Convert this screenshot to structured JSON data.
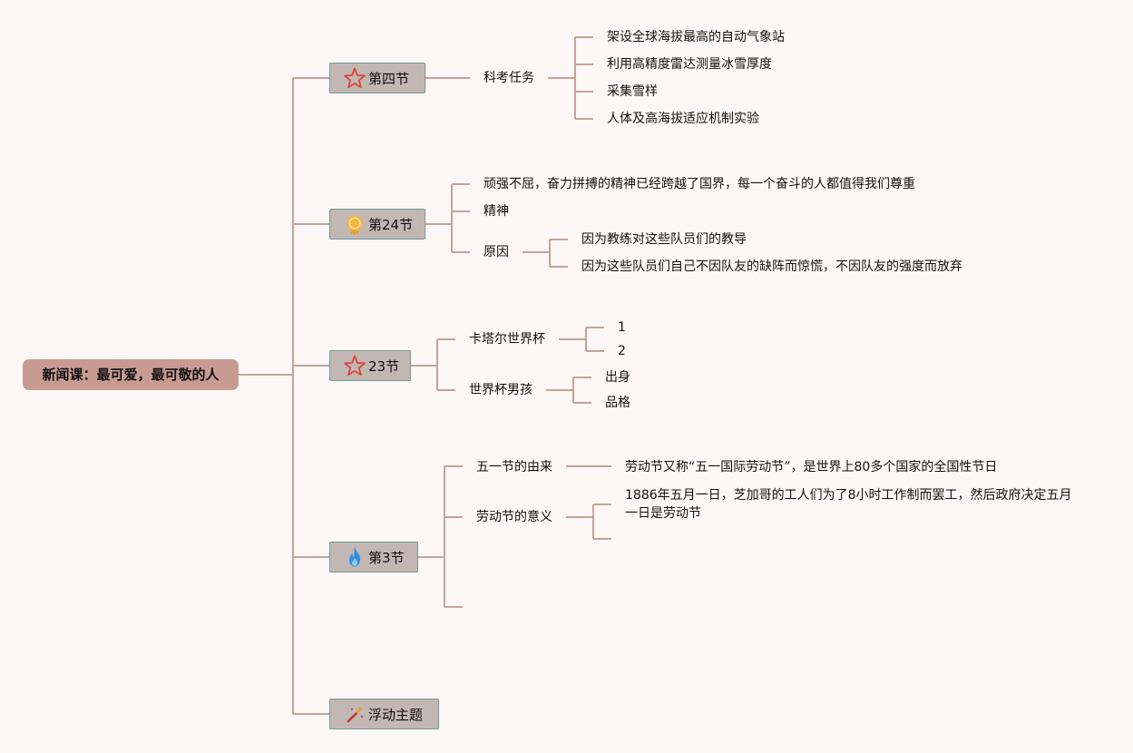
{
  "root": "新闻课：最可爱，最可敬的人",
  "topics": {
    "t4": {
      "label": "第四节",
      "icon": "star-icon",
      "child": "科考任务",
      "items": [
        "架设全球海拔最高的自动气象站",
        "利用高精度雷达测量冰雪厚度",
        "采集雪样",
        "人体及高海拔适应机制实验"
      ]
    },
    "t24": {
      "label": "第24节",
      "icon": "medal-icon",
      "items": [
        "顽强不屈，奋力拼搏的精神已经跨越了国界，每一个奋斗的人都值得我们尊重",
        "精神",
        "原因"
      ],
      "reasons": [
        "因为教练对这些队员们的教导",
        "因为这些队员们自己不因队友的缺阵而惊慌，不因队友的强度而放弃"
      ]
    },
    "t23": {
      "label": "23节",
      "icon": "star-icon",
      "qatar": "卡塔尔世界杯",
      "qatar_items": [
        "1",
        "2"
      ],
      "boys": "世界杯男孩",
      "boys_items": [
        "出身",
        "品格"
      ]
    },
    "t3": {
      "label": "第3节",
      "icon": "flame-icon",
      "origin": "五一节的由来",
      "origin_text": "劳动节又称“五一国际劳动节”，是世界上80多个国家的全国性节日",
      "meaning": "劳动节的意义",
      "meaning_text": "1886年五月一日，芝加哥的工人们为了8小时工作制而罢工，然后政府决定五月一日是劳动节"
    },
    "floating": {
      "label": "浮动主题",
      "icon": "magic-wand-icon"
    }
  },
  "colors": {
    "connector": "#c4a39a",
    "root_fill": "#c89b92",
    "topic_fill": "#c3b7b3",
    "topic_border": "#6e9a9a",
    "background": "#fdf8f7"
  }
}
